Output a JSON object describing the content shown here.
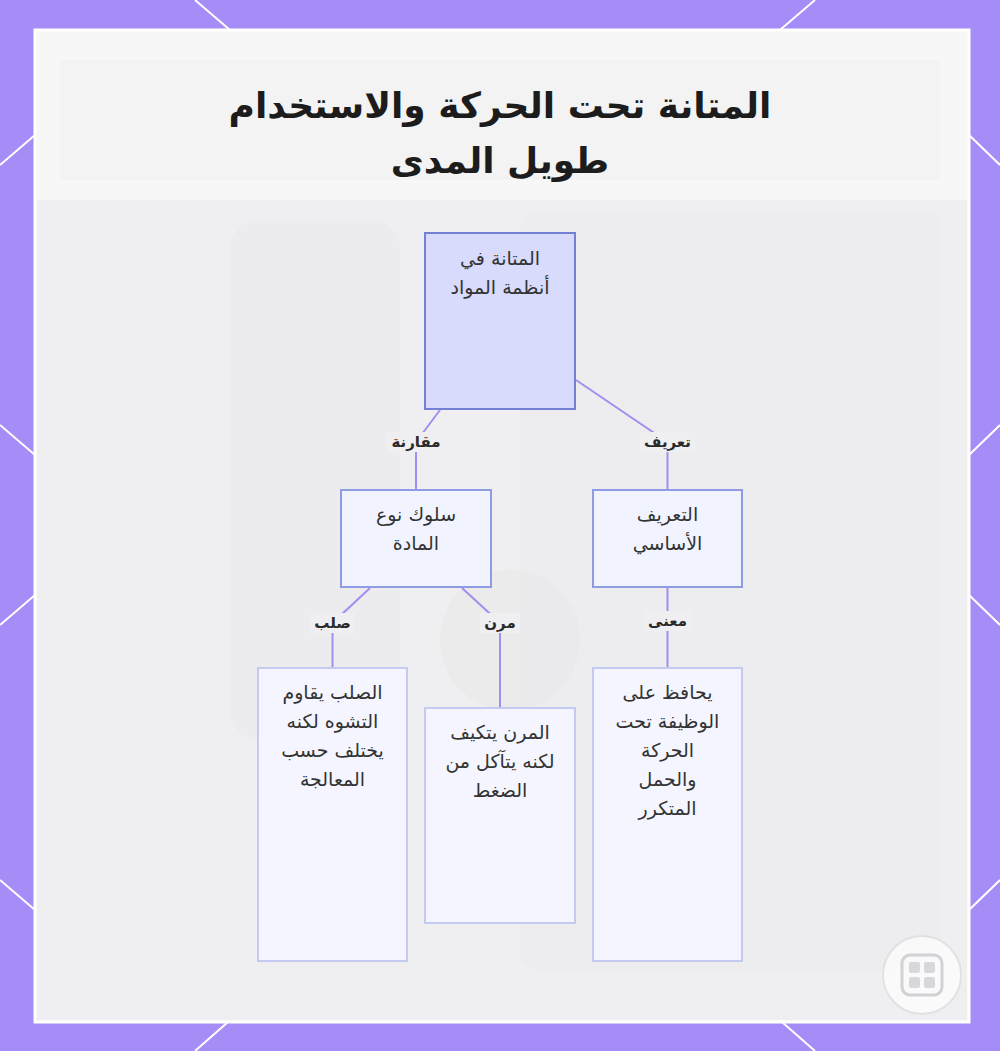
{
  "diagram": {
    "title": "المتانة تحت الحركة والاستخدام طويل المدى",
    "nodes": [
      {
        "text": [
          "المتانة في أنظمة المواد"
        ]
      },
      {
        "text": [
          "التعريف الأساسي"
        ]
      },
      {
        "text": [
          "سلوك نوع المادة"
        ]
      },
      {
        "text": [
          "يحافظ على الوظيفة تحت الحركة والحمل المتكرر"
        ]
      },
      {
        "text": [
          "المرن يتكيف لكنه يتآكل من الضغط"
        ]
      },
      {
        "text": [
          "الصلب يقاوم التشوه لكنه يختلف حسب المعالجة"
        ]
      }
    ],
    "edges": [
      {
        "from": 0,
        "to": 1,
        "label": "تعريف",
        "arrow": "none"
      },
      {
        "from": 0,
        "to": 2,
        "label": "مقارنة",
        "arrow": "none"
      },
      {
        "from": 1,
        "to": 3,
        "label": "معنى",
        "arrow": "none"
      },
      {
        "from": 2,
        "to": 4,
        "label": "مرن",
        "arrow": "none"
      },
      {
        "from": 2,
        "to": 5,
        "label": "صلب",
        "arrow": "none"
      }
    ]
  }
}
